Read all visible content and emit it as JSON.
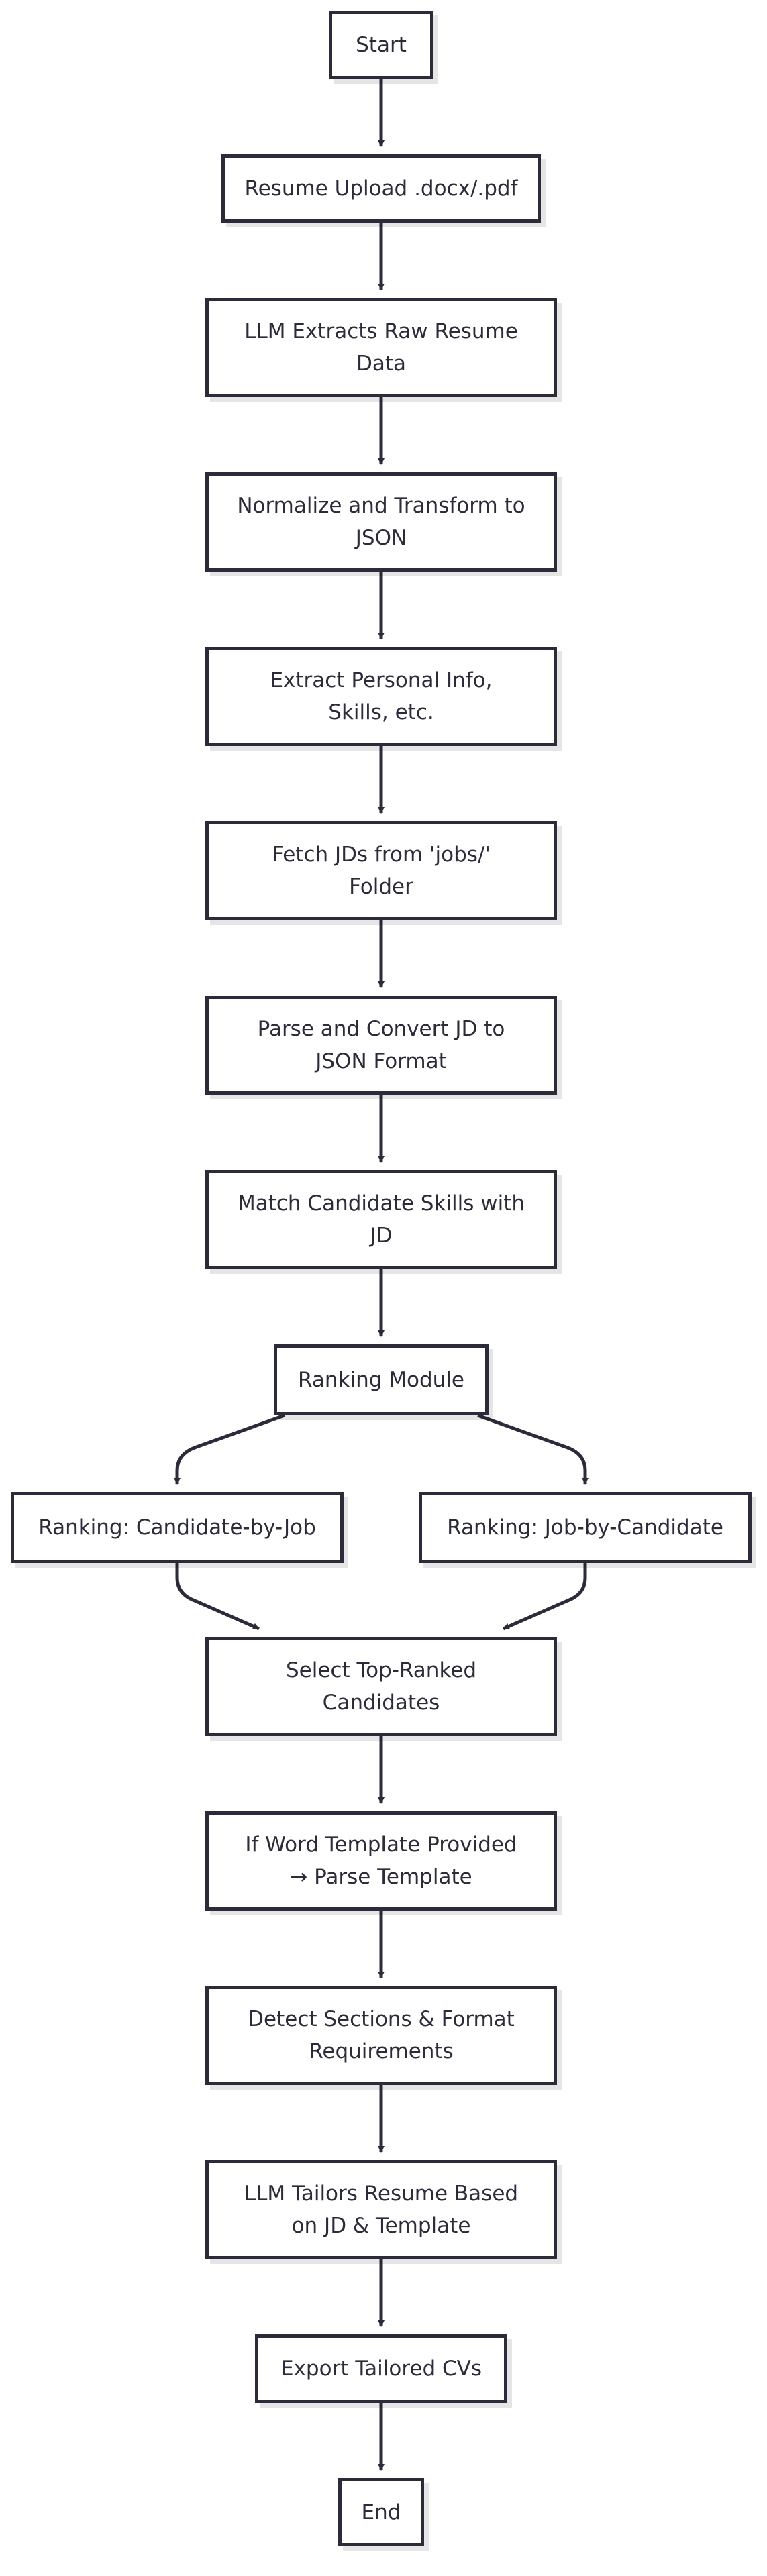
{
  "nodes": {
    "start": "Start",
    "upload": "Resume Upload .docx/.pdf",
    "extract_raw": "LLM Extracts Raw Resume\nData",
    "normalize": "Normalize and Transform to\nJSON",
    "extract_info": "Extract Personal Info,\nSkills, etc.",
    "fetch_jds": "Fetch JDs from 'jobs/'\nFolder",
    "parse_jd": "Parse and Convert JD to\nJSON Format",
    "match": "Match Candidate Skills with\nJD",
    "ranking": "Ranking Module",
    "rank_cbj": "Ranking: Candidate-by-Job",
    "rank_jbc": "Ranking: Job-by-Candidate",
    "select_top": "Select Top-Ranked\nCandidates",
    "word_template": "If Word Template Provided\n→ Parse Template",
    "detect": "Detect Sections & Format\nRequirements",
    "tailor": "LLM Tailors Resume Based\non JD & Template",
    "export": "Export Tailored CVs",
    "end": "End"
  },
  "colors": {
    "stroke": "#2b2b3a",
    "text": "#2b2b3a",
    "fill": "#ffffff"
  }
}
